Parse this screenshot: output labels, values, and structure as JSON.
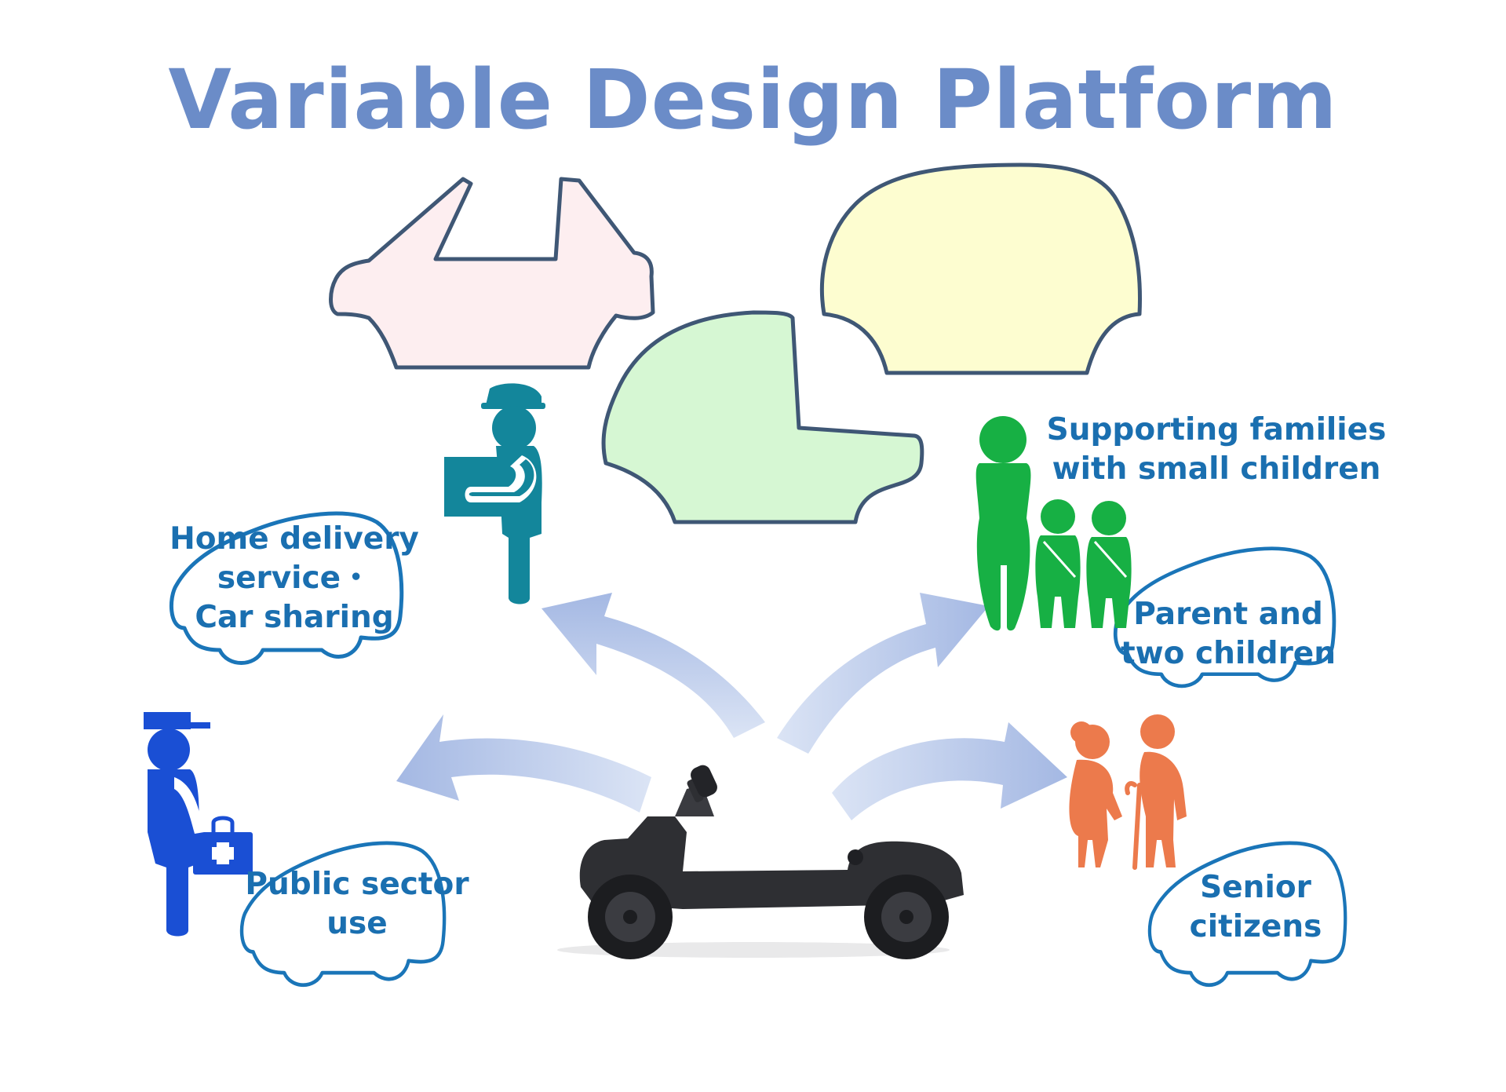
{
  "title": "Variable Design Platform",
  "labels": {
    "delivery": [
      "Home delivery",
      "service・",
      "Car sharing"
    ],
    "public": [
      "Public sector",
      "use"
    ],
    "families": [
      "Supporting families",
      "with small children"
    ],
    "parent": [
      "Parent and",
      "two children"
    ],
    "senior": [
      "Senior",
      "citizens"
    ]
  },
  "icons": {
    "delivery_person": "delivery-person-icon",
    "public_worker": "public-worker-icon",
    "family": "family-icon",
    "seniors": "senior-couple-icon",
    "chassis": "vehicle-chassis-icon"
  },
  "colors": {
    "title": "#6b8cc8",
    "label": "#1a6fb0",
    "bubble_outline": "#1a75b8",
    "body_outline": "#3f5775",
    "body_convertible": "#fdeef0",
    "body_pickup": "#d6f7d3",
    "body_van": "#fdfdd0",
    "arrow": "#a4b8e3",
    "delivery_person": "#13869b",
    "public_worker": "#1a4fd4",
    "family": "#17b044",
    "seniors": "#ec7a4c",
    "chassis": "#2e2f33"
  }
}
